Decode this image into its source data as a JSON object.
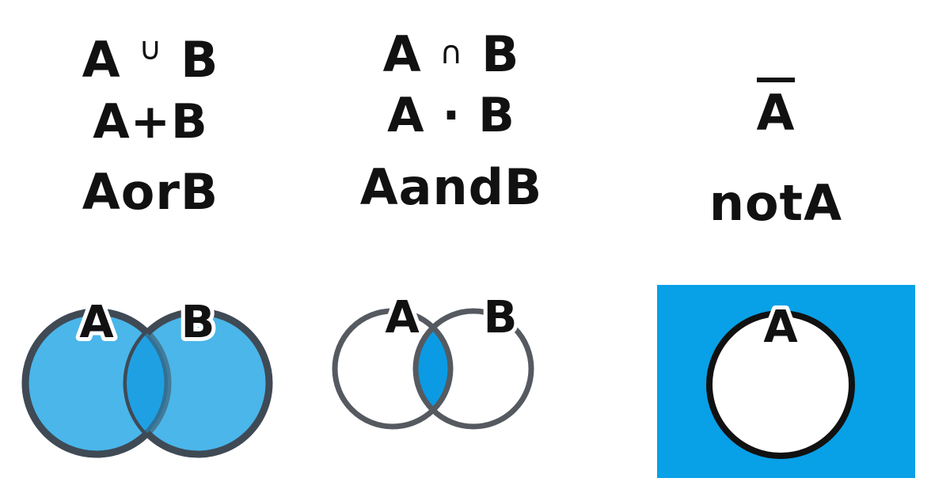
{
  "colors": {
    "fill_blue": "#4ab6ea",
    "fill_blue_overlap": "#1fa0e3",
    "intersection_blue": "#0a9be4",
    "universe_blue": "#08a0e6",
    "circle_stroke_gray": "#3f4a55",
    "text_black": "#111111"
  },
  "union": {
    "line1": {
      "a": "A",
      "op": "∪",
      "b": "B"
    },
    "line2": "A+B",
    "line3": "AorB",
    "label_a": "A",
    "label_b": "B"
  },
  "intersection": {
    "line1": {
      "a": "A",
      "op": "∩",
      "b": "B"
    },
    "line2": "A · B",
    "line3": "AandB",
    "label_a": "A",
    "label_b": "B"
  },
  "complement": {
    "line1": "A",
    "line2": "notA",
    "label_a": "A"
  }
}
